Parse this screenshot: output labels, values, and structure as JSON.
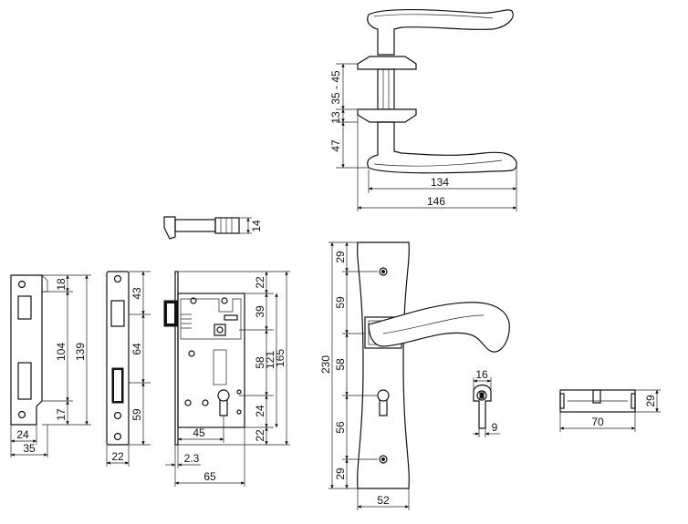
{
  "handle_side_view": {
    "rose_spacing_range": "35 - 45",
    "rose_thickness": "13",
    "lower_height": "47",
    "lever_reach": "134",
    "overall_length": "146"
  },
  "latch_bolt": {
    "height": "14"
  },
  "strike_plate": {
    "top_offset": "18",
    "inner_span": "104",
    "overall_height": "139",
    "bottom_offset": "17",
    "inner_width": "24",
    "overall_width": "35"
  },
  "faceplate": {
    "top": "43",
    "middle": "64",
    "bottom": "59",
    "width": "22"
  },
  "lock_body": {
    "top_gap": "22",
    "spindle_to_upper": "39",
    "spindle_to_cyl": "58",
    "cyl_to_lower": "24",
    "bottom_gap": "22",
    "inner_height": "121",
    "overall_height": "165",
    "backset": "45",
    "plate_thickness": "2.3",
    "overall_depth": "65"
  },
  "backplate": {
    "overall_height": "230",
    "top_margin": "29",
    "upper_segment": "59",
    "middle_segment": "58",
    "lower_segment": "56",
    "bottom_margin": "29",
    "width": "52"
  },
  "cylinder_end": {
    "width": "16",
    "depth": "9"
  },
  "cylinder_side": {
    "length": "70",
    "height": "29"
  }
}
